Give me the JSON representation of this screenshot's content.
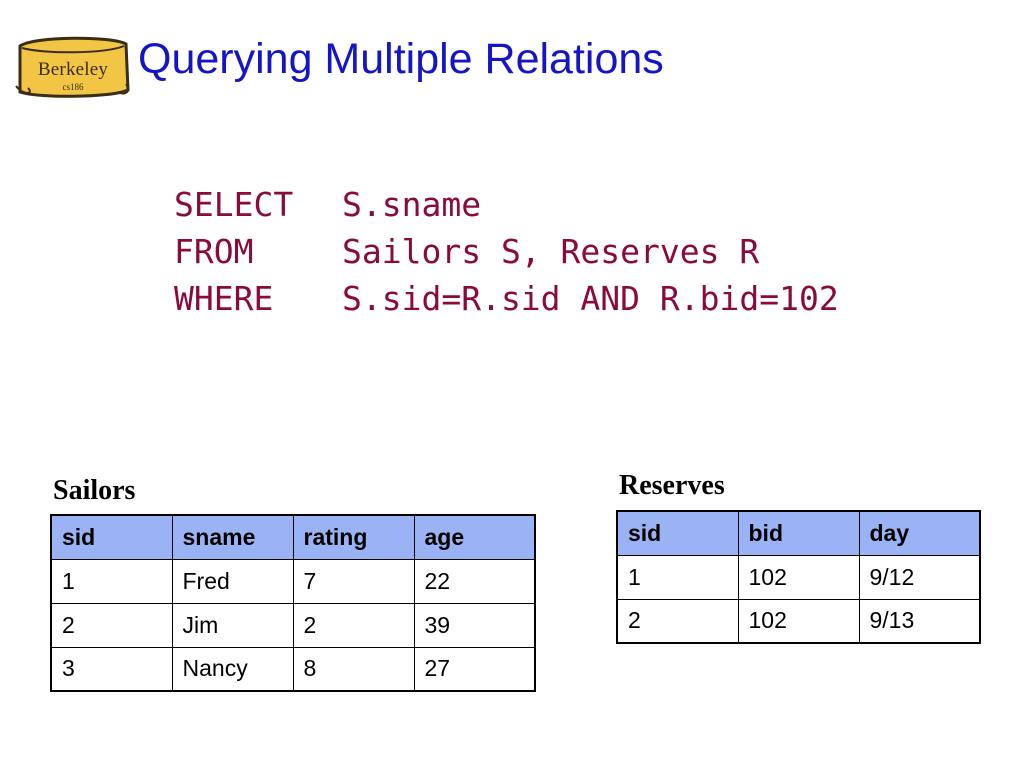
{
  "logo": {
    "word": "Berkeley",
    "course": "cs186"
  },
  "title": "Querying Multiple Relations",
  "sql": [
    {
      "keyword": "SELECT",
      "clause": "S.sname"
    },
    {
      "keyword": "FROM",
      "clause": "Sailors S, Reserves R"
    },
    {
      "keyword": "WHERE",
      "clause": "S.sid=R.sid AND R.bid=102"
    }
  ],
  "sailors": {
    "caption": "Sailors",
    "columns": [
      "sid",
      "sname",
      "rating",
      "age"
    ],
    "rows": [
      [
        "1",
        "Fred",
        "7",
        "22"
      ],
      [
        "2",
        "Jim",
        "2",
        "39"
      ],
      [
        "3",
        "Nancy",
        "8",
        "27"
      ]
    ]
  },
  "reserves": {
    "caption": "Reserves",
    "columns": [
      "sid",
      "bid",
      "day"
    ],
    "rows": [
      [
        "1",
        "102",
        "9/12"
      ],
      [
        "2",
        "102",
        "9/13"
      ]
    ]
  },
  "colors": {
    "title": "#1515c8",
    "sql": "#8b0a3c",
    "table_header": "#9ab3f5",
    "logo_fill": "#f2c545"
  }
}
